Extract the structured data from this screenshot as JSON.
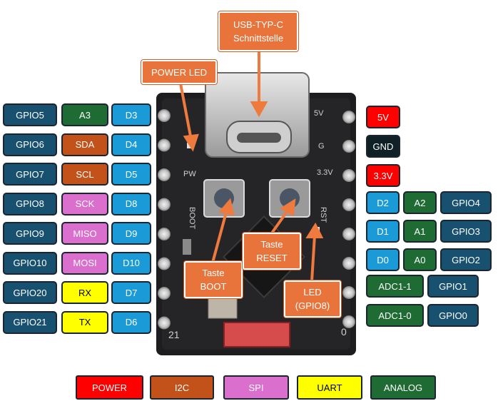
{
  "left_pins": [
    {
      "gpio": "GPIO5",
      "func": "A3",
      "func_type": "analog",
      "d": "D3"
    },
    {
      "gpio": "GPIO6",
      "func": "SDA",
      "func_type": "i2c",
      "d": "D4"
    },
    {
      "gpio": "GPIO7",
      "func": "SCL",
      "func_type": "i2c",
      "d": "D5"
    },
    {
      "gpio": "GPIO8",
      "func": "SCK",
      "func_type": "spi",
      "d": "D8"
    },
    {
      "gpio": "GPIO9",
      "func": "MISO",
      "func_type": "spi",
      "d": "D9"
    },
    {
      "gpio": "GPIO10",
      "func": "MOSI",
      "func_type": "spi",
      "d": "D10"
    },
    {
      "gpio": "GPIO20",
      "func": "RX",
      "func_type": "uart",
      "d": "D7"
    },
    {
      "gpio": "GPIO21",
      "func": "TX",
      "func_type": "uart",
      "d": "D6"
    }
  ],
  "right_power": [
    "5V",
    "GND",
    "3.3V"
  ],
  "right_pins": [
    {
      "d": "D2",
      "a": "A2",
      "gpio": "GPIO4"
    },
    {
      "d": "D1",
      "a": "A1",
      "gpio": "GPIO3"
    },
    {
      "d": "D0",
      "a": "A0",
      "gpio": "GPIO2"
    }
  ],
  "right_adc": [
    {
      "adc": "ADC1-1",
      "gpio": "GPIO1"
    },
    {
      "adc": "ADC1-0",
      "gpio": "GPIO0"
    }
  ],
  "callouts": {
    "usb": [
      "USB-TYP-C",
      "Schnittstelle"
    ],
    "power_led": [
      "POWER LED"
    ],
    "boot": [
      "Taste",
      "BOOT"
    ],
    "reset": [
      "Taste",
      "RESET"
    ],
    "led": [
      "LED",
      "(GPIO8)"
    ]
  },
  "board_silk": {
    "5v": "5V",
    "g": "G",
    "v33": "3.3V",
    "pw": "PW",
    "boot": "BOOT",
    "rst": "RST",
    "n21": "21",
    "n0": "0"
  },
  "legend": [
    {
      "label": "POWER",
      "color": "#ff0000"
    },
    {
      "label": "I2C",
      "color": "#c2511a"
    },
    {
      "label": "SPI",
      "color": "#db6fce"
    },
    {
      "label": "UART",
      "color": "#ffff00"
    },
    {
      "label": "ANALOG",
      "color": "#1e6b33"
    }
  ],
  "colors": {
    "gpio": "#18506f",
    "digital": "#1a9ad6",
    "gnd": "#0f2026",
    "callout": "#e8743b",
    "arrow": "#ee7a3e"
  }
}
